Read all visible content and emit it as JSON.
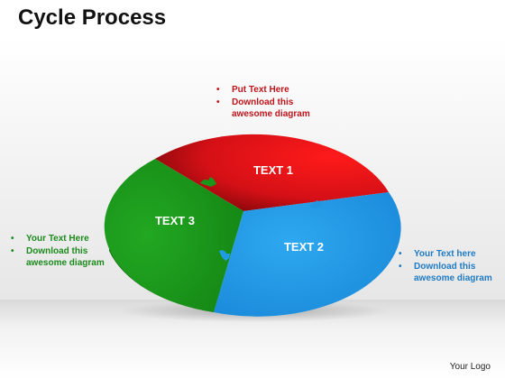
{
  "title": "Cycle Process",
  "segments": [
    {
      "label": "TEXT 1",
      "color": "#e8141a"
    },
    {
      "label": "TEXT 2",
      "color": "#2f9fe8"
    },
    {
      "label": "TEXT 3",
      "color": "#1fa21f"
    }
  ],
  "callouts": {
    "red": [
      "Put Text Here",
      "Download this awesome diagram"
    ],
    "green": [
      "Your Text Here",
      "Download this awesome diagram"
    ],
    "blue": [
      "Your Text here",
      "Download this awesome diagram"
    ]
  },
  "colors": {
    "red": "#c0141b",
    "green": "#1c8a1c",
    "blue": "#1f7bc5"
  },
  "logo": "Your Logo"
}
